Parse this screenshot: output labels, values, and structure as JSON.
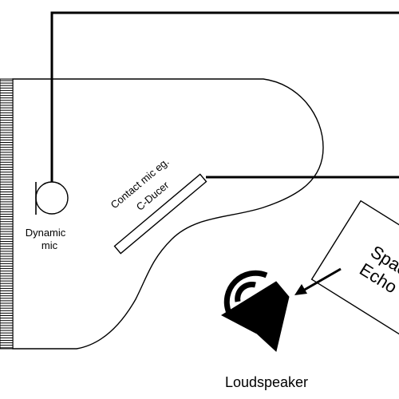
{
  "labels": {
    "dynamic_mic_line1": "Dynamic",
    "dynamic_mic_line2": "mic",
    "contact_mic_line1": "Contact mic eg.",
    "contact_mic_line2": "C-Ducer",
    "echo_unit_line1": "Space",
    "echo_unit_line2": "Echo",
    "loudspeaker": "Loudspeaker"
  },
  "colors": {
    "stroke": "#000000",
    "background": "#ffffff"
  }
}
